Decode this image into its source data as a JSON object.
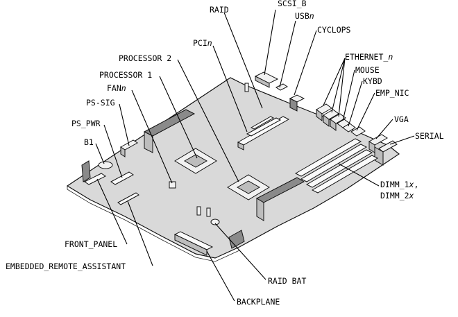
{
  "labels": {
    "raid": "RAID",
    "scsi_b": "SCSI_B",
    "usb": {
      "base": "USB",
      "var": "n"
    },
    "cyclops": "CYCLOPS",
    "pci": {
      "base": "PCI",
      "var": "n"
    },
    "processor2": "PROCESSOR 2",
    "processor1": "PROCESSOR 1",
    "fan": {
      "base": "FAN",
      "var": "n"
    },
    "ps_sig": "PS-SIG",
    "ps_pwr": "PS_PWR",
    "b1": "B1",
    "ethernet": {
      "base": "ETHERNET_",
      "var": "n"
    },
    "mouse": "MOUSE",
    "kybd": "KYBD",
    "emp_nic": "EMP_NIC",
    "vga": "VGA",
    "serial": "SERIAL",
    "dimm1": {
      "base": "DIMM_1",
      "var": "x",
      "suffix": ","
    },
    "dimm2": {
      "base": "DIMM_2",
      "var": "x"
    },
    "front_panel": "FRONT_PANEL",
    "embedded_remote_assistant": "EMBEDDED_REMOTE_ASSISTANT",
    "raid_bat": "RAID BAT",
    "backplane": "BACKPLANE"
  }
}
